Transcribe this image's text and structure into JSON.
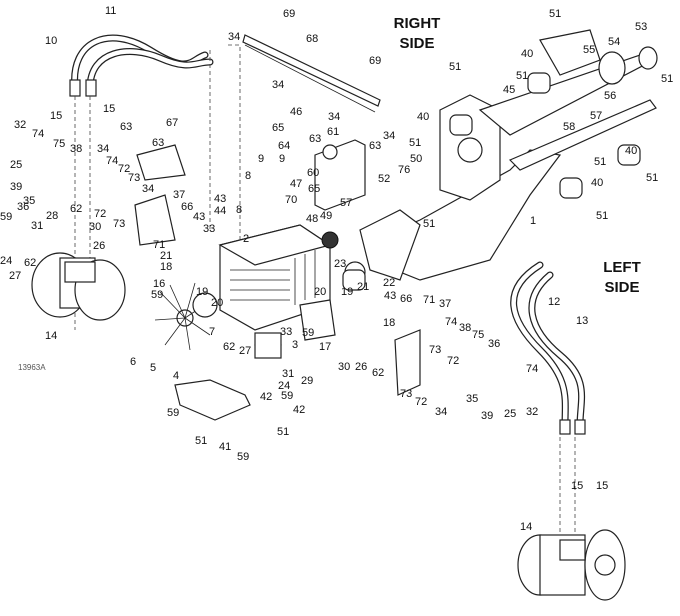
{
  "diagram": {
    "right_side_label": [
      "RIGHT",
      "SIDE"
    ],
    "left_side_label": [
      "LEFT",
      "SIDE"
    ],
    "figure_number": "13963A",
    "part_callouts": [
      "11",
      "10",
      "15",
      "15",
      "32",
      "74",
      "75",
      "38",
      "25",
      "39",
      "34",
      "74",
      "72",
      "73",
      "35",
      "36",
      "28",
      "62",
      "72",
      "73",
      "59",
      "31",
      "30",
      "26",
      "24",
      "27",
      "62",
      "63",
      "63",
      "67",
      "34",
      "37",
      "66",
      "43",
      "71",
      "21",
      "18",
      "16",
      "59",
      "19",
      "20",
      "44",
      "43",
      "33",
      "2",
      "8",
      "8",
      "9",
      "9",
      "70",
      "65",
      "64",
      "63",
      "61",
      "60",
      "65",
      "47",
      "48",
      "49",
      "34",
      "34",
      "46",
      "34",
      "68",
      "69",
      "69",
      "51",
      "40",
      "51",
      "34",
      "63",
      "50",
      "76",
      "52",
      "51",
      "22",
      "1",
      "51",
      "40",
      "51",
      "45",
      "55",
      "54",
      "53",
      "56",
      "57",
      "58",
      "51",
      "40",
      "51",
      "51",
      "40",
      "51",
      "23",
      "57",
      "14",
      "6",
      "5",
      "4",
      "7",
      "3",
      "33",
      "62",
      "27",
      "31",
      "24",
      "59",
      "42",
      "29",
      "59",
      "42",
      "51",
      "41",
      "59",
      "51",
      "20",
      "59",
      "17",
      "19",
      "21",
      "43",
      "66",
      "71",
      "37",
      "18",
      "74",
      "38",
      "75",
      "36",
      "73",
      "72",
      "74",
      "35",
      "73",
      "72",
      "34",
      "39",
      "25",
      "32",
      "30",
      "26",
      "62",
      "12",
      "13",
      "15",
      "15",
      "14"
    ]
  }
}
